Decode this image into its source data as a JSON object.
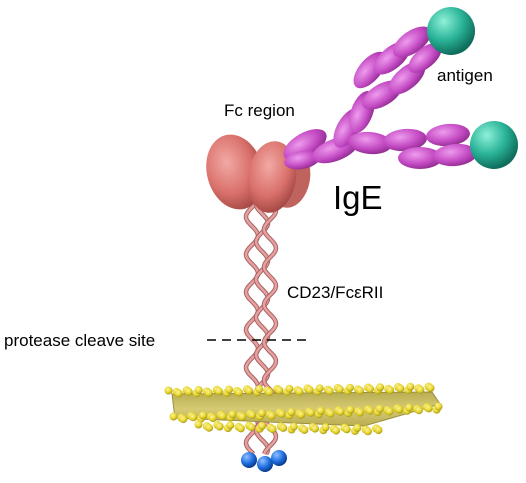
{
  "labels": {
    "antigen": "antigen",
    "fc_region": "Fc region",
    "ige": "IgE",
    "receptor": "CD23/FcεRII",
    "cleave_site": "protease cleave site"
  },
  "colors": {
    "background": "#ffffff",
    "ige_chain": "#c44bc4",
    "ige_chain_dark": "#8c2a8c",
    "antigen": "#2bb59a",
    "lectin_head": "#d9706b",
    "stalk": "#e6a0a0",
    "stalk_dark": "#a86464",
    "membrane_head": "#e4d22b",
    "membrane_tail": "#c6b84c",
    "cytoplasmic_tail": "#1f6fe0",
    "dashed_line": "#000000"
  },
  "icons": [
    "antigen-sphere",
    "ige-antibody",
    "lectin-head",
    "coiled-coil-stalk",
    "lipid-bilayer",
    "cytoplasmic-tail"
  ]
}
